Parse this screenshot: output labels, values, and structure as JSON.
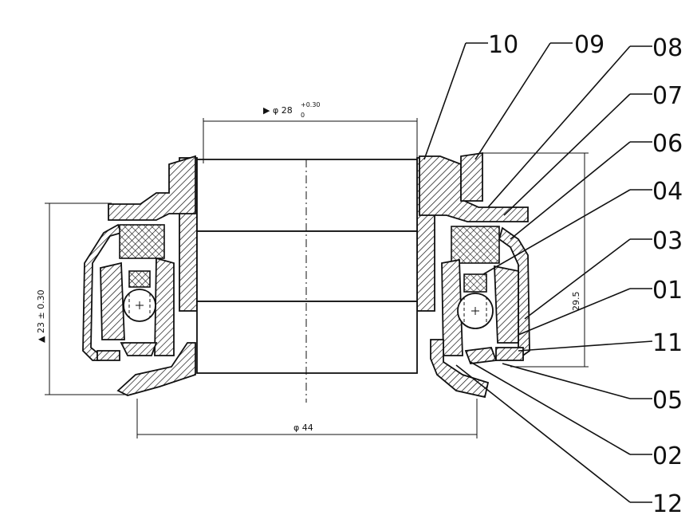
{
  "callouts": [
    {
      "id": "10",
      "text": "10"
    },
    {
      "id": "09",
      "text": "09"
    },
    {
      "id": "08",
      "text": "08"
    },
    {
      "id": "07",
      "text": "07"
    },
    {
      "id": "06",
      "text": "06"
    },
    {
      "id": "04",
      "text": "04"
    },
    {
      "id": "03",
      "text": "03"
    },
    {
      "id": "01",
      "text": "01"
    },
    {
      "id": "11",
      "text": "11"
    },
    {
      "id": "05",
      "text": "05"
    },
    {
      "id": "02",
      "text": "02"
    },
    {
      "id": "12",
      "text": "12"
    }
  ],
  "dimensions": {
    "bore_main": "▶ φ 28",
    "bore_tol_sub": "0",
    "bore_tol_sup": "+0.30",
    "outer": "φ 44",
    "height": "▲ 23 ± 0.30",
    "height_right": "29.5"
  }
}
